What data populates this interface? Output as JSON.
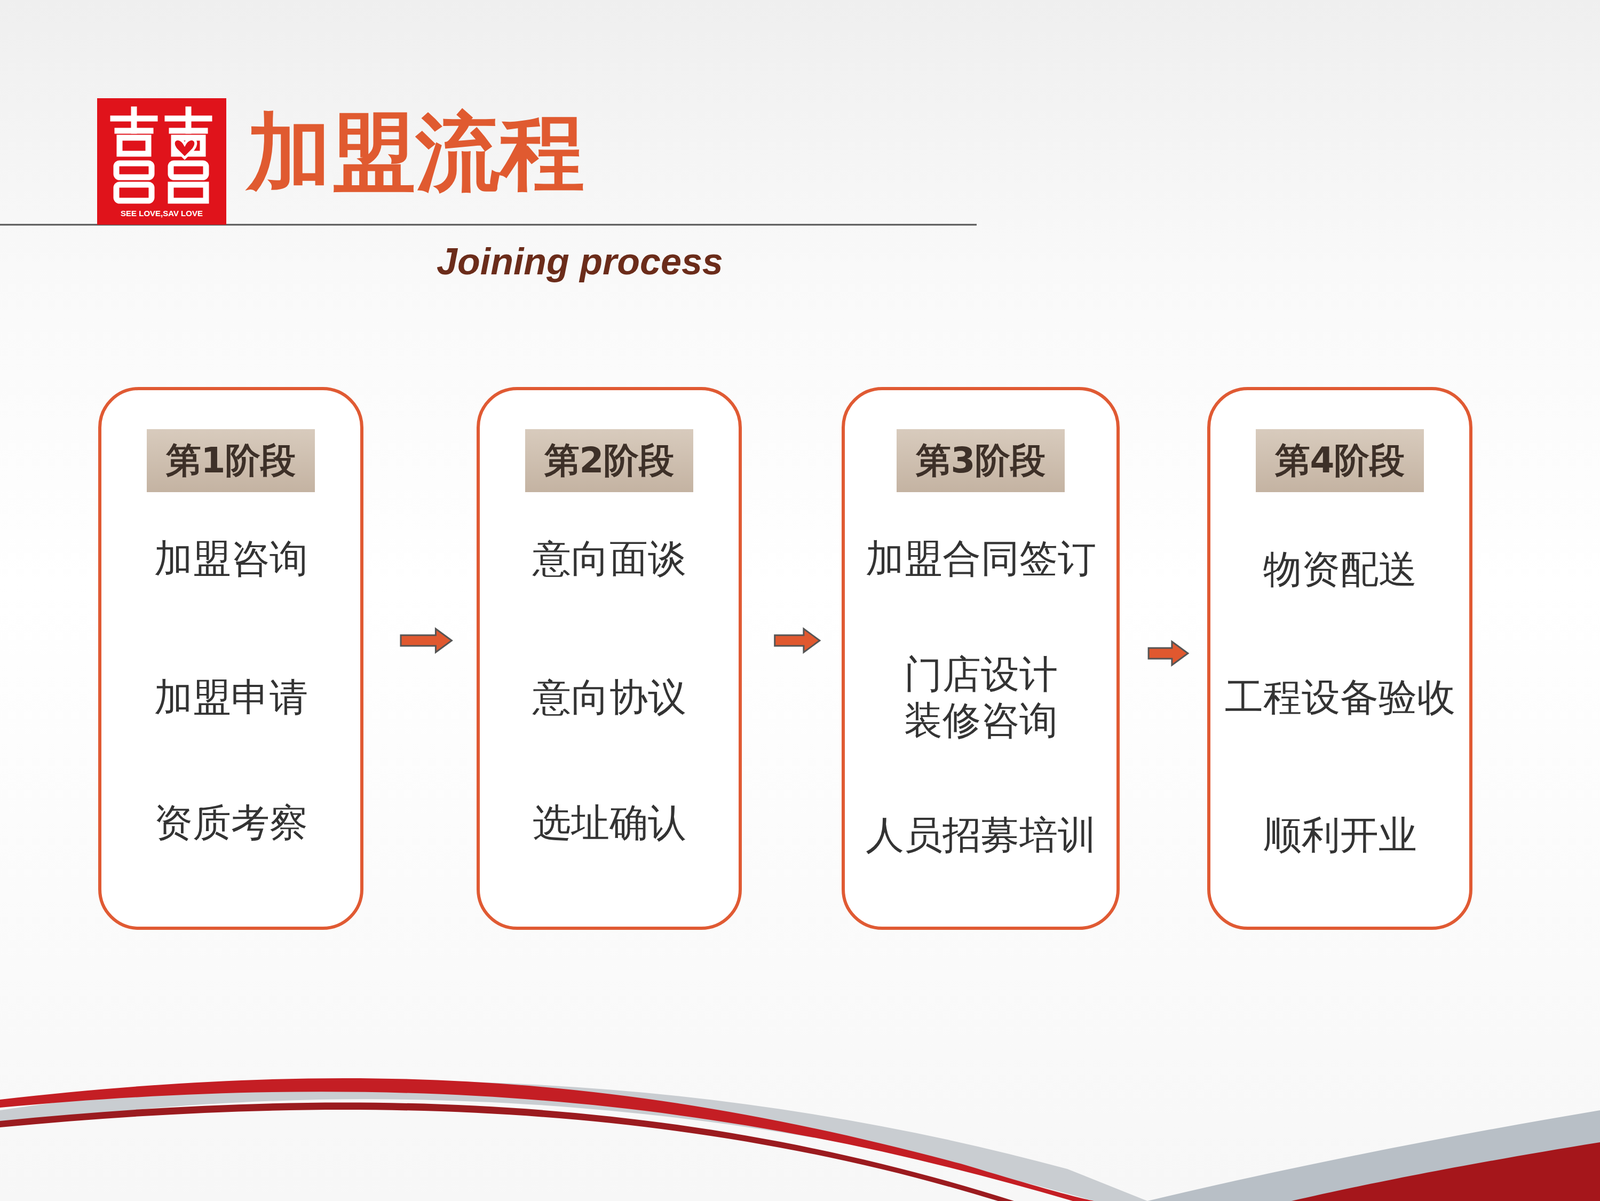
{
  "diagram": {
    "title": "加盟流程",
    "nodes": [
      {
        "text": [
          "第1阶段"
        ]
      },
      {
        "text": [
          "加盟咨询"
        ],
        "in": 0
      },
      {
        "text": [
          "加盟申请"
        ],
        "in": 0
      },
      {
        "text": [
          "资质考察"
        ],
        "in": 0
      },
      {
        "text": [
          "第2阶段"
        ]
      },
      {
        "text": [
          "意向面谈"
        ],
        "in": 4
      },
      {
        "text": [
          "意向协议"
        ],
        "in": 4
      },
      {
        "text": [
          "选址确认"
        ],
        "in": 4
      },
      {
        "text": [
          "第3阶段"
        ]
      },
      {
        "text": [
          "加盟合同签订"
        ],
        "in": 8
      },
      {
        "text": [
          "门店设计 装修咨询"
        ],
        "in": 8
      },
      {
        "text": [
          "人员招募培训"
        ],
        "in": 8
      },
      {
        "text": [
          "第4阶段"
        ]
      },
      {
        "text": [
          "物资配送"
        ],
        "in": 12
      },
      {
        "text": [
          "工程设备验收"
        ],
        "in": 12
      },
      {
        "text": [
          "顺利开业"
        ],
        "in": 12
      }
    ],
    "edges": [
      {
        "from": 1,
        "to": 2,
        "arrow": "to"
      },
      {
        "from": 2,
        "to": 3,
        "arrow": "to"
      },
      {
        "from": 0,
        "to": 4,
        "arrow": "to"
      },
      {
        "from": 5,
        "to": 6,
        "arrow": "to"
      },
      {
        "from": 6,
        "to": 7,
        "arrow": "to"
      },
      {
        "from": 4,
        "to": 8,
        "arrow": "to"
      },
      {
        "from": 9,
        "to": 10,
        "arrow": "to"
      },
      {
        "from": 10,
        "to": 11,
        "arrow": "to"
      },
      {
        "from": 8,
        "to": 12,
        "arrow": "to"
      },
      {
        "from": 13,
        "to": 14,
        "arrow": "to"
      },
      {
        "from": 14,
        "to": 15,
        "arrow": "to"
      }
    ],
    "labels": [
      "Joining process",
      "SEE LOVE,SAV LOVE"
    ]
  }
}
